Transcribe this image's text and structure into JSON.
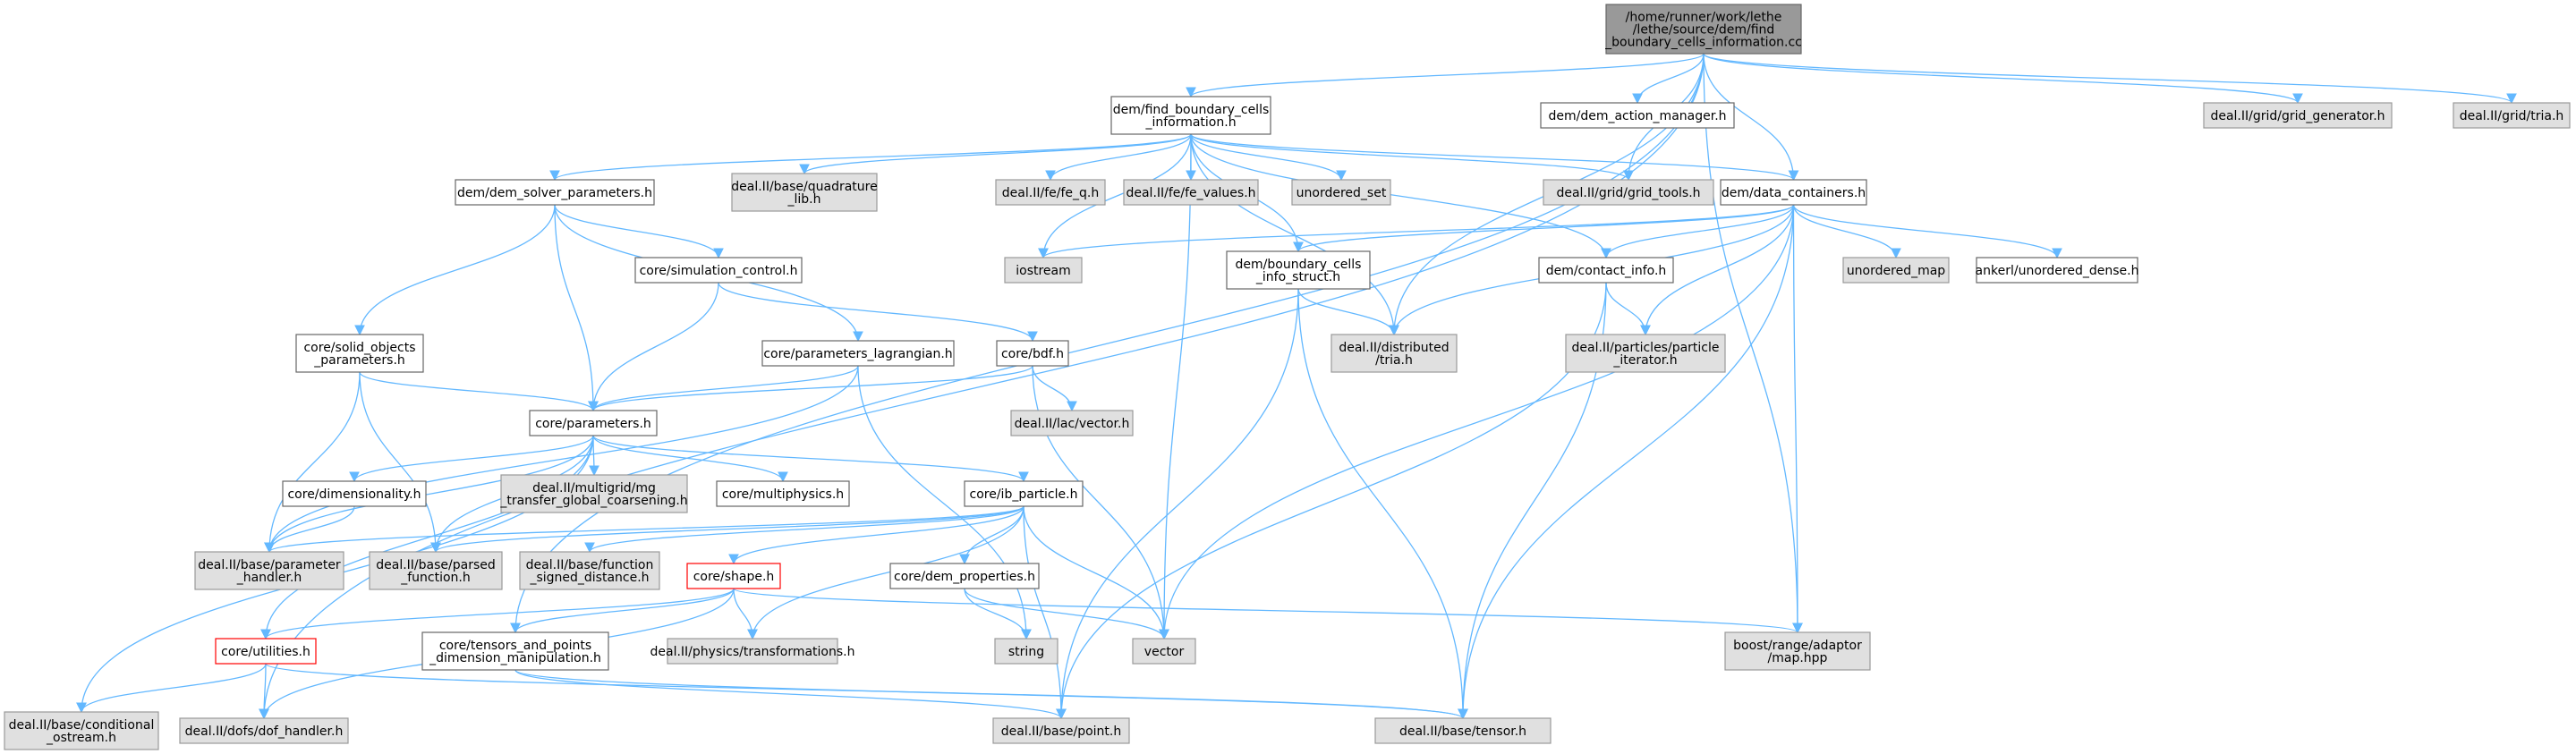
{
  "colors": {
    "root_fill": "#999999",
    "root_stroke": "#666666",
    "project_fill": "#ffffff",
    "project_stroke": "#666666",
    "system_fill": "#e0e0e0",
    "system_stroke": "#999999",
    "truncated_stroke": "#ff0000",
    "edge": "#63b8ff"
  },
  "nodes": {
    "root": {
      "lines": [
        "/home/runner/work/lethe",
        "/lethe/source/dem/find",
        "_boundary_cells_information.cc"
      ],
      "kind": "root"
    },
    "find_bc": {
      "lines": [
        "dem/find_boundary_cells",
        "_information.h"
      ],
      "kind": "project"
    },
    "dem_action_manager": {
      "lines": [
        "dem/dem_action_manager.h"
      ],
      "kind": "project"
    },
    "grid_generator": {
      "lines": [
        "deal.II/grid/grid_generator.h"
      ],
      "kind": "system"
    },
    "grid_tria": {
      "lines": [
        "deal.II/grid/tria.h"
      ],
      "kind": "system"
    },
    "dem_solver_parameters": {
      "lines": [
        "dem/dem_solver_parameters.h"
      ],
      "kind": "project"
    },
    "quadrature_lib": {
      "lines": [
        "deal.II/base/quadrature",
        "_lib.h"
      ],
      "kind": "system"
    },
    "fe_q": {
      "lines": [
        "deal.II/fe/fe_q.h"
      ],
      "kind": "system"
    },
    "fe_values": {
      "lines": [
        "deal.II/fe/fe_values.h"
      ],
      "kind": "system"
    },
    "unordered_set": {
      "lines": [
        "unordered_set"
      ],
      "kind": "system"
    },
    "grid_tools": {
      "lines": [
        "deal.II/grid/grid_tools.h"
      ],
      "kind": "system"
    },
    "data_containers": {
      "lines": [
        "dem/data_containers.h"
      ],
      "kind": "project"
    },
    "simulation_control": {
      "lines": [
        "core/simulation_control.h"
      ],
      "kind": "project"
    },
    "iostream": {
      "lines": [
        "iostream"
      ],
      "kind": "system"
    },
    "boundary_cells_info_struct": {
      "lines": [
        "dem/boundary_cells",
        "_info_struct.h"
      ],
      "kind": "project"
    },
    "contact_info": {
      "lines": [
        "dem/contact_info.h"
      ],
      "kind": "project"
    },
    "unordered_map": {
      "lines": [
        "unordered_map"
      ],
      "kind": "system"
    },
    "ankerl": {
      "lines": [
        "ankerl/unordered_dense.h"
      ],
      "kind": "project"
    },
    "solid_objects_parameters": {
      "lines": [
        "core/solid_objects",
        "_parameters.h"
      ],
      "kind": "project"
    },
    "parameters_lagrangian": {
      "lines": [
        "core/parameters_lagrangian.h"
      ],
      "kind": "project"
    },
    "bdf": {
      "lines": [
        "core/bdf.h"
      ],
      "kind": "project"
    },
    "distributed_tria": {
      "lines": [
        "deal.II/distributed",
        "/tria.h"
      ],
      "kind": "system"
    },
    "particle_iterator": {
      "lines": [
        "deal.II/particles/particle",
        "_iterator.h"
      ],
      "kind": "system"
    },
    "parameters": {
      "lines": [
        "core/parameters.h"
      ],
      "kind": "project"
    },
    "lac_vector": {
      "lines": [
        "deal.II/lac/vector.h"
      ],
      "kind": "system"
    },
    "dimensionality": {
      "lines": [
        "core/dimensionality.h"
      ],
      "kind": "project"
    },
    "mg_transfer": {
      "lines": [
        "deal.II/multigrid/mg",
        "_transfer_global_coarsening.h"
      ],
      "kind": "system"
    },
    "multiphysics": {
      "lines": [
        "core/multiphysics.h"
      ],
      "kind": "project"
    },
    "ib_particle": {
      "lines": [
        "core/ib_particle.h"
      ],
      "kind": "project"
    },
    "parameter_handler": {
      "lines": [
        "deal.II/base/parameter",
        "_handler.h"
      ],
      "kind": "system"
    },
    "parsed_function": {
      "lines": [
        "deal.II/base/parsed",
        "_function.h"
      ],
      "kind": "system"
    },
    "function_signed_distance": {
      "lines": [
        "deal.II/base/function",
        "_signed_distance.h"
      ],
      "kind": "system"
    },
    "shape": {
      "lines": [
        "core/shape.h"
      ],
      "kind": "truncated"
    },
    "dem_properties": {
      "lines": [
        "core/dem_properties.h"
      ],
      "kind": "project"
    },
    "utilities": {
      "lines": [
        "core/utilities.h"
      ],
      "kind": "truncated"
    },
    "tensors_and_points": {
      "lines": [
        "core/tensors_and_points",
        "_dimension_manipulation.h"
      ],
      "kind": "project"
    },
    "transformations": {
      "lines": [
        "deal.II/physics/transformations.h"
      ],
      "kind": "system"
    },
    "string": {
      "lines": [
        "string"
      ],
      "kind": "system"
    },
    "vector": {
      "lines": [
        "vector"
      ],
      "kind": "system"
    },
    "boost_map": {
      "lines": [
        "boost/range/adaptor",
        "/map.hpp"
      ],
      "kind": "system"
    },
    "conditional_ostream": {
      "lines": [
        "deal.II/base/conditional",
        "_ostream.h"
      ],
      "kind": "system"
    },
    "dof_handler": {
      "lines": [
        "deal.II/dofs/dof_handler.h"
      ],
      "kind": "system"
    },
    "point": {
      "lines": [
        "deal.II/base/point.h"
      ],
      "kind": "system"
    },
    "tensor": {
      "lines": [
        "deal.II/base/tensor.h"
      ],
      "kind": "system"
    }
  },
  "edges": [
    [
      "root",
      "find_bc"
    ],
    [
      "root",
      "dem_action_manager"
    ],
    [
      "root",
      "grid_generator"
    ],
    [
      "root",
      "grid_tria"
    ],
    [
      "root",
      "data_containers"
    ],
    [
      "root",
      "grid_tools"
    ],
    [
      "root",
      "distributed_tria"
    ],
    [
      "root",
      "boost_map"
    ],
    [
      "root",
      "dof_handler"
    ],
    [
      "root",
      "tensors_and_points"
    ],
    [
      "find_bc",
      "dem_solver_parameters"
    ],
    [
      "find_bc",
      "quadrature_lib"
    ],
    [
      "find_bc",
      "fe_q"
    ],
    [
      "find_bc",
      "fe_values"
    ],
    [
      "find_bc",
      "unordered_set"
    ],
    [
      "find_bc",
      "grid_tools"
    ],
    [
      "find_bc",
      "data_containers"
    ],
    [
      "find_bc",
      "iostream"
    ],
    [
      "find_bc",
      "boundary_cells_info_struct"
    ],
    [
      "find_bc",
      "contact_info"
    ],
    [
      "find_bc",
      "distributed_tria"
    ],
    [
      "find_bc",
      "vector"
    ],
    [
      "dem_solver_parameters",
      "simulation_control"
    ],
    [
      "dem_solver_parameters",
      "solid_objects_parameters"
    ],
    [
      "dem_solver_parameters",
      "parameters_lagrangian"
    ],
    [
      "dem_solver_parameters",
      "parameters"
    ],
    [
      "data_containers",
      "iostream"
    ],
    [
      "data_containers",
      "boundary_cells_info_struct"
    ],
    [
      "data_containers",
      "contact_info"
    ],
    [
      "data_containers",
      "unordered_map"
    ],
    [
      "data_containers",
      "ankerl"
    ],
    [
      "data_containers",
      "distributed_tria"
    ],
    [
      "data_containers",
      "particle_iterator"
    ],
    [
      "data_containers",
      "boost_map"
    ],
    [
      "data_containers",
      "vector"
    ],
    [
      "data_containers",
      "tensor"
    ],
    [
      "simulation_control",
      "bdf"
    ],
    [
      "simulation_control",
      "parameters"
    ],
    [
      "boundary_cells_info_struct",
      "distributed_tria"
    ],
    [
      "boundary_cells_info_struct",
      "point"
    ],
    [
      "boundary_cells_info_struct",
      "tensor"
    ],
    [
      "contact_info",
      "particle_iterator"
    ],
    [
      "contact_info",
      "point"
    ],
    [
      "contact_info",
      "tensor"
    ],
    [
      "solid_objects_parameters",
      "parameters"
    ],
    [
      "solid_objects_parameters",
      "parameter_handler"
    ],
    [
      "solid_objects_parameters",
      "parsed_function"
    ],
    [
      "parameters_lagrangian",
      "parameters"
    ],
    [
      "parameters_lagrangian",
      "string"
    ],
    [
      "parameters_lagrangian",
      "parameter_handler"
    ],
    [
      "bdf",
      "parameters"
    ],
    [
      "bdf",
      "lac_vector"
    ],
    [
      "bdf",
      "vector"
    ],
    [
      "parameters",
      "dimensionality"
    ],
    [
      "parameters",
      "mg_transfer"
    ],
    [
      "parameters",
      "multiphysics"
    ],
    [
      "parameters",
      "ib_particle"
    ],
    [
      "parameters",
      "parameter_handler"
    ],
    [
      "parameters",
      "utilities"
    ],
    [
      "parameters",
      "conditional_ostream"
    ],
    [
      "parameters",
      "parsed_function"
    ],
    [
      "dimensionality",
      "parameter_handler"
    ],
    [
      "ib_particle",
      "parameter_handler"
    ],
    [
      "ib_particle",
      "parsed_function"
    ],
    [
      "ib_particle",
      "function_signed_distance"
    ],
    [
      "ib_particle",
      "shape"
    ],
    [
      "ib_particle",
      "dem_properties"
    ],
    [
      "ib_particle",
      "transformations"
    ],
    [
      "ib_particle",
      "vector"
    ],
    [
      "ib_particle",
      "point"
    ],
    [
      "shape",
      "utilities"
    ],
    [
      "shape",
      "tensors_and_points"
    ],
    [
      "shape",
      "transformations"
    ],
    [
      "shape",
      "boost_map"
    ],
    [
      "shape",
      "dof_handler"
    ],
    [
      "dem_properties",
      "string"
    ],
    [
      "dem_properties",
      "vector"
    ],
    [
      "utilities",
      "conditional_ostream"
    ],
    [
      "utilities",
      "dof_handler"
    ],
    [
      "utilities",
      "tensor"
    ],
    [
      "tensors_and_points",
      "point"
    ],
    [
      "tensors_and_points",
      "tensor"
    ]
  ]
}
